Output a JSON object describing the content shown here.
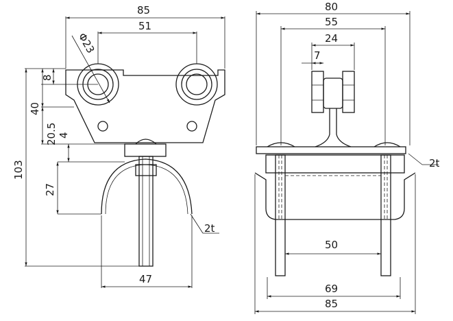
{
  "drawing": {
    "front_view": {
      "dim_width_top": "85",
      "dim_hole_spacing": "51",
      "dim_wheel_diameter": "Φ23",
      "dim_offset_8": "8",
      "dim_height_40": "40",
      "dim_height_20_5": "20.5",
      "dim_plate_4": "4",
      "dim_total_103": "103",
      "dim_bracket_27": "27",
      "dim_bracket_width_47": "47",
      "label_thickness": "2t"
    },
    "side_view": {
      "dim_width_80": "80",
      "dim_width_55": "55",
      "dim_width_24": "24",
      "dim_width_7": "7",
      "dim_bolt_spacing_50": "50",
      "dim_width_69": "69",
      "dim_width_85": "85",
      "label_thickness": "2t"
    }
  }
}
